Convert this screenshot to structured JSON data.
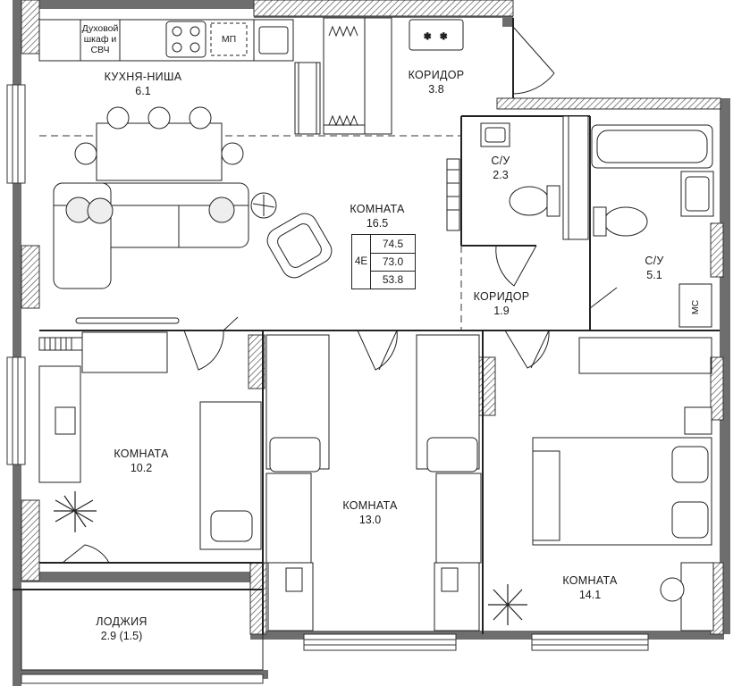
{
  "flat": {
    "code": "4Е",
    "areas": [
      "74.5",
      "73.0",
      "53.8"
    ]
  },
  "rooms": {
    "kitchen": {
      "name": "КУХНЯ-НИША",
      "area": "6.1"
    },
    "corridor_top": {
      "name": "КОРИДОР",
      "area": "3.8"
    },
    "living": {
      "name": "КОМНАТА",
      "area": "16.5"
    },
    "bath_small": {
      "name": "С/У",
      "area": "2.3"
    },
    "bath_large": {
      "name": "С/У",
      "area": "5.1"
    },
    "corridor_mid": {
      "name": "КОРИДОР",
      "area": "1.9"
    },
    "room_left": {
      "name": "КОМНАТА",
      "area": "10.2"
    },
    "room_middle": {
      "name": "КОМНАТА",
      "area": "13.0"
    },
    "room_right": {
      "name": "КОМНАТА",
      "area": "14.1"
    },
    "loggia": {
      "name": "ЛОДЖИЯ",
      "area": "2.9 (1.5)"
    }
  },
  "appliances": {
    "oven": "Духовой шкаф и СВЧ",
    "dishwasher": "МП",
    "mc": "МС"
  },
  "colors": {
    "wall": "#6e6e6e",
    "line": "#222222",
    "hatch": "#555555"
  }
}
